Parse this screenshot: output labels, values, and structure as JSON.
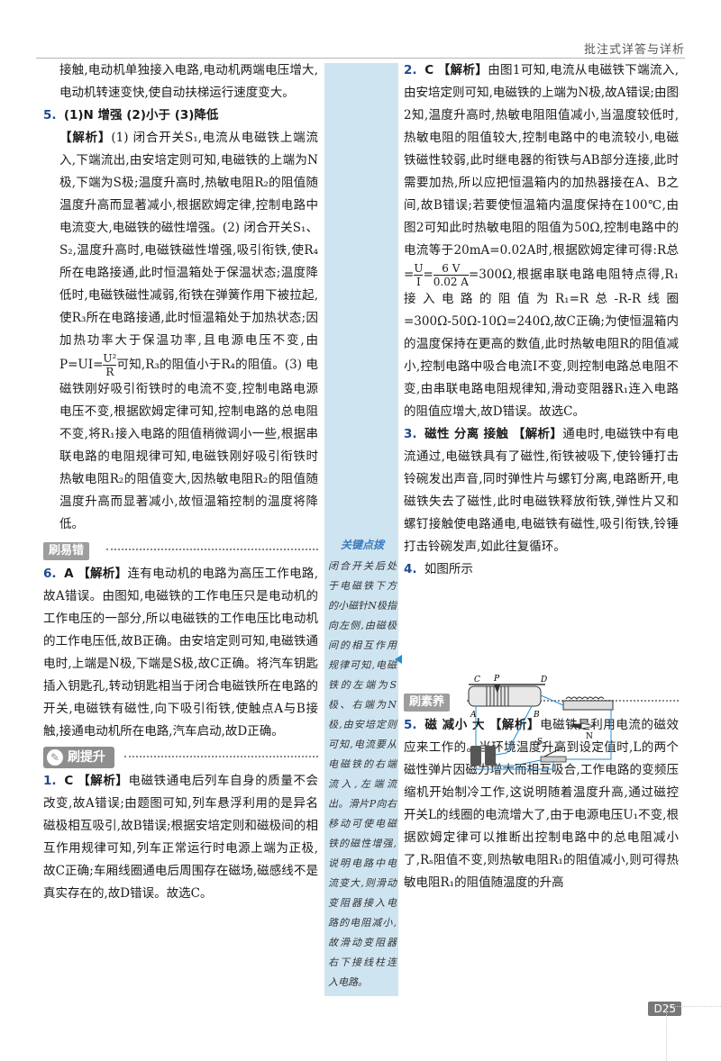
{
  "header": {
    "title": "批注式详答与详析",
    "page": "D25"
  },
  "left": {
    "p_top": "接触,电动机单独接入电路,电动机两端电压增大,电动机转速变快,使自动扶梯运行速度变大。",
    "q5": {
      "num": "5.",
      "answer": "(1)N 增强 (2)小于 (3)降低",
      "jx": "【解析】",
      "text": "(1) 闭合开关S₁,电流从电磁铁上端流入,下端流出,由安培定则可知,电磁铁的上端为N极,下端为S极;温度升高时,热敏电阻R₂的阻值随温度升高而显著减小,根据欧姆定律,控制电路中电流变大,电磁铁的磁性增强。(2) 闭合开关S₁、S₂,温度升高时,电磁铁磁性增强,吸引衔铁,使R₄所在电路接通,此时恒温箱处于保温状态;温度降低时,电磁铁磁性减弱,衔铁在弹簧作用下被拉起,使R₃所在电路接通,此时恒温箱处于加热状态;因加热功率大于保温功率,且电源电压不变,由",
      "formula_pre": "P=UI=",
      "formula_num": "U²",
      "formula_den": "R",
      "text2": "可知,R₃的阻值小于R₄的阻值。(3) 电磁铁刚好吸引衔铁时的电流不变,控制电路电源电压不变,根据欧姆定律可知,控制电路的总电阻不变,将R₁接入电路的阻值稍微调小一些,根据串联电路的电阻规律可知,电磁铁刚好吸引衔铁时热敏电阻R₂的阻值变大,因热敏电阻R₂的阻值随温度升高而显著减小,故恒温箱控制的温度将降低。"
    },
    "sec_yicuo": "刷易错",
    "q6": {
      "num": "6.",
      "answer": "A",
      "jx": "【解析】",
      "text": "连有电动机的电路为高压工作电路,故A错误。由图知,电磁铁的工作电压只是电动机的工作电压的一部分,所以电磁铁的工作电压比电动机的工作电压低,故B正确。由安培定则可知,电磁铁通电时,上端是N极,下端是S极,故C正确。将汽车钥匙插入钥匙孔,转动钥匙相当于闭合电磁铁所在电路的开关,电磁铁有磁性,向下吸引衔铁,使触点A与B接触,接通电动机所在电路,汽车启动,故D正确。"
    },
    "sec_tisheng": "刷提升",
    "q1": {
      "num": "1.",
      "answer": "C",
      "jx": "【解析】",
      "text": "电磁铁通电后列车自身的质量不会改变,故A错误;由题图可知,列车悬浮利用的是异名磁极相互吸引,故B错误;根据安培定则和磁极间的相互作用规律可知,列车正常运行时电源上端为正极,故C正确;车厢线圈通电后周围存在磁场,磁感线不是真实存在的,故D错误。故选C。"
    }
  },
  "note": {
    "title": "关键点拨",
    "text": "闭合开关后处于电磁铁下方的小磁针N极指向左侧,由磁极间的相互作用规律可知,电磁铁的左端为S极、右端为N极,由安培定则可知,电流要从电磁铁的右端流入,左端流出。滑片P向右移动可使电磁铁的磁性增强,说明电路中电流变大,则滑动变阻器接入电路的电阻减小,故滑动变阻器右下接线柱连入电路。"
  },
  "right": {
    "q2": {
      "num": "2.",
      "answer": "C",
      "jx": "【解析】",
      "text": "由图1可知,电流从电磁铁下端流入,由安培定则可知,电磁铁的上端为N极,故A错误;由图2知,温度升高时,热敏电阻阻值减小,当温度较低时,热敏电阻的阻值较大,控制电路中的电流较小,电磁铁磁性较弱,此时继电器的衔铁与AB部分连接,此时需要加热,所以应把恒温箱内的加热器接在A、B之间,故B错误;若要使恒温箱内温度保持在100℃,由图2可知此时热敏电阻的阻值为50Ω,控制电路中的电流等于20mA=0.02A时,根据欧姆定律可得:",
      "f1_pre": "R总=",
      "f1_num": "U",
      "f1_den": "I",
      "f1_eq": "=",
      "f2_num": "6 V",
      "f2_den": "0.02 A",
      "text2": "=300Ω,根据串联电路电阻特点得,R₁接入电路的阻值为R₁=R总-R-R线圈=300Ω-50Ω-10Ω=240Ω,故C正确;为使恒温箱内的温度保持在更高的数值,此时热敏电阻R的阻值减小,控制电路中吸合电流I不变,则控制电路总电阻不变,由串联电路电阻规律知,滑动变阻器R₁连入电路的阻值应增大,故D错误。故选C。"
    },
    "q3": {
      "num": "3.",
      "answer": "磁性 分离 接触",
      "jx": "【解析】",
      "text": "通电时,电磁铁中有电流通过,电磁铁具有了磁性,衔铁被吸下,使铃锤打击铃碗发出声音,同时弹性片与螺钉分离,电路断开,电磁铁失去了磁性,此时电磁铁释放衔铁,弹性片又和螺钉接触使电路通电,电磁铁有磁性,吸引衔铁,铃锤打击铃碗发声,如此往复循环。"
    },
    "q4": {
      "num": "4.",
      "text": "如图所示"
    },
    "diagram": {
      "C": "C",
      "P": "P",
      "D": "D",
      "A": "A",
      "B": "B",
      "S": "S",
      "N": "N"
    },
    "sec_suyang": "刷素养",
    "q5b": {
      "num": "5.",
      "answer": "磁 减小 大",
      "jx": "【解析】",
      "text": "电磁铁是利用电流的磁效应来工作的。当环境温度升高到设定值时,L的两个磁性弹片因磁力增大而相互吸合,工作电路的变频压缩机开始制冷工作,这说明随着温度升高,通过磁控开关L的线圈的电流增大了,由于电源电压U₁不变,根据欧姆定律可以推断出控制电路中的总电阻减小了,Rₛ阻值不变,则热敏电阻R₁的阻值减小,则可得热敏电阻R₁的阻值随温度的升高"
    }
  }
}
